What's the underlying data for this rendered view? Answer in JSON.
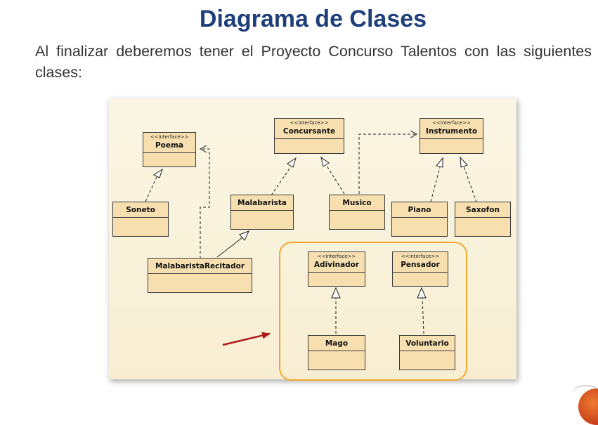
{
  "slide": {
    "title": "Diagrama de Clases",
    "body": "Al finalizar deberemos tener el Proyecto Concurso Talentos con las siguientes clases:"
  },
  "diagram": {
    "stereotype": "<<interface>>",
    "classes": {
      "poema": "Poema",
      "concursante": "Concursante",
      "instrumento": "Instrumento",
      "soneto": "Soneto",
      "malabarista": "Malabarista",
      "musico": "Musico",
      "piano": "Piano",
      "saxofon": "Saxofon",
      "malabarista_recitador": "MalabaristaRecitador",
      "adivinador": "Adivinador",
      "pensador": "Pensador",
      "mago": "Mago",
      "voluntario": "Voluntario"
    },
    "colors": {
      "class_fill": "#f7dfb0",
      "highlight_border": "#f0a830",
      "arrow": "#b01818",
      "title": "#1f3f7a"
    }
  }
}
